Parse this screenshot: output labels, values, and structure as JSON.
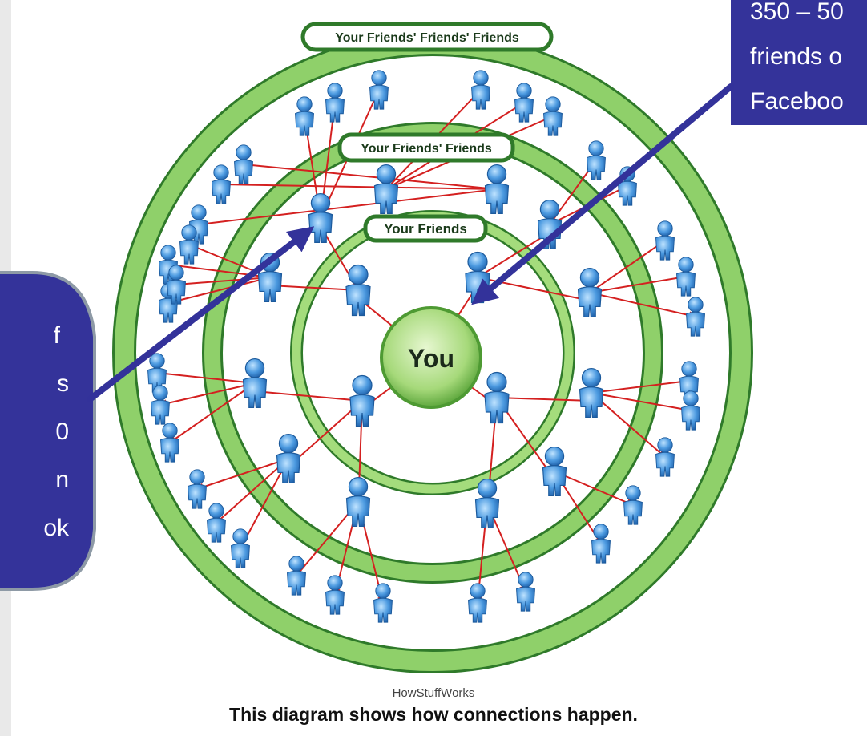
{
  "diagram": {
    "center_label": "You",
    "ring_labels": {
      "inner": "Your Friends",
      "middle": "Your Friends' Friends",
      "outer": "Your Friends' Friends' Friends"
    },
    "credit": "HowStuffWorks",
    "caption": "This diagram shows how connections happen."
  },
  "callouts": {
    "left_lines": [
      "f",
      "s",
      "0",
      "n",
      "ok"
    ],
    "right_lines": [
      "350 – 50",
      "friends o",
      "Faceboo"
    ]
  },
  "colors": {
    "ring_green": "#7dc35a",
    "ring_dark": "#2f7a2a",
    "callout_fill": "#34339a",
    "arrow": "#33329a",
    "link_red": "#d42020",
    "person_blue": "#3f8fd8"
  }
}
